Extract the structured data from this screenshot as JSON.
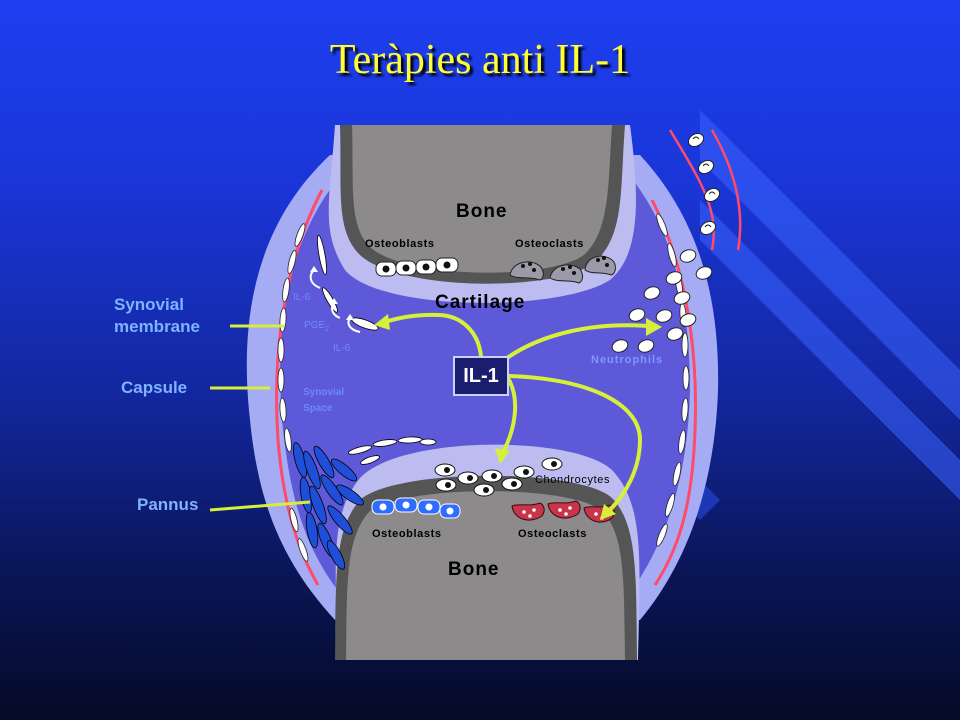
{
  "title": "Teràpies anti IL-1",
  "diagram": {
    "bone_top": "Bone",
    "bone_bottom": "Bone",
    "cartilage": "Cartilage",
    "osteoblasts_top": "Osteoblasts",
    "osteoclasts_top": "Osteoclasts",
    "osteoblasts_bottom": "Osteoblasts",
    "osteoclasts_bottom": "Osteoclasts",
    "chondrocytes": "Chondrocytes",
    "neutrophils": "Neutrophils",
    "il1": "IL-1",
    "il6_a": "IL-6",
    "pge2": "PGE",
    "pge2_sub": "2",
    "il6_b": "IL-6",
    "synovial_space_1": "Synovial",
    "synovial_space_2": "Space"
  },
  "side_labels": {
    "synovial_membrane_1": "Synovial",
    "synovial_membrane_2": "membrane",
    "capsule": "Capsule",
    "pannus": "Pannus"
  },
  "colors": {
    "title": "#ffff33",
    "arrow": "#d6f03a",
    "bone": "#8c8a8a",
    "cartilage": "#bcbcf0",
    "synovial_space": "#5e59d8",
    "capsule": "#a6acf4",
    "membrane_line": "#ff4a6a"
  }
}
